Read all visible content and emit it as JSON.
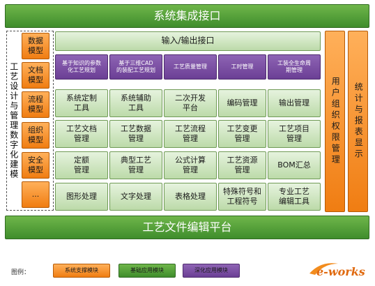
{
  "top_banner": "系统集成接口",
  "io_interface": "输入/输出接口",
  "bottom_banner": "工艺文件编辑平台",
  "left_label": "工艺设计与管理数字化建模",
  "models": [
    "数据\n模型",
    "文档\n模型",
    "流程\n模型",
    "组织\n模型",
    "安全\n模型",
    "..."
  ],
  "purple_row": [
    "基于知识的参数\n化工艺规划",
    "基于三维CAD\n的装配工艺规划",
    "工艺质量管理",
    "工时管理",
    "工装全生命周\n期管理"
  ],
  "green_rows": [
    [
      "系统定制\n工具",
      "系统辅助\n工具",
      "二次开发\n平台",
      "编码管理",
      "输出管理"
    ],
    [
      "工艺文档\n管理",
      "工艺数据\n管理",
      "工艺流程\n管理",
      "工艺变更\n管理",
      "工艺项目\n管理"
    ],
    [
      "定额\n管理",
      "典型工艺\n管理",
      "公式计算\n管理",
      "工艺资源\n管理",
      "BOM汇总"
    ],
    [
      "图形处理",
      "文字处理",
      "表格处理",
      "特殊符号和\n工程符号",
      "专业工艺\n编辑工具"
    ]
  ],
  "right_columns": [
    "用户组织权限管理",
    "统计与报表显示"
  ],
  "legend": {
    "label": "图例：",
    "items": [
      "系统支撑模块",
      "基础应用模块",
      "深化应用模块"
    ]
  },
  "logo": "e-works",
  "colors": {
    "orange": "#f5901e",
    "green": "#c6e0b4",
    "green_bar": "#5aa63c",
    "purple": "#7b4fa3"
  }
}
